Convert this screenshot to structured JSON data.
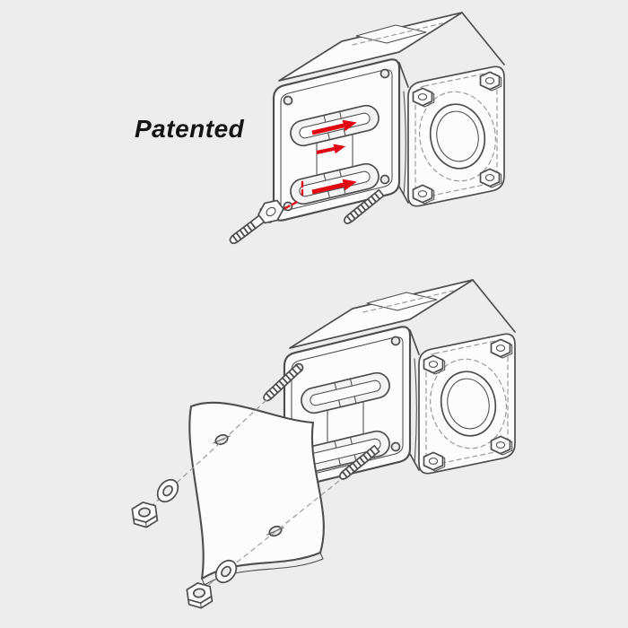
{
  "labels": {
    "patented": "Patented"
  },
  "colors": {
    "background": "#ededed",
    "line": "#4d4d4d",
    "hidden": "#9b9b9b",
    "accent_red": "#e30613",
    "fill": "#fcfcfc",
    "text": "#141414"
  },
  "figure": {
    "kind": "exploded-assembly-illustration",
    "views": [
      {
        "name": "top-assembly",
        "parts": [
          "pump body",
          "slotted flange plate",
          "hex bolt",
          "threaded stud"
        ],
        "annotations": [
          "red insertion arrows",
          "red dashed insertion path"
        ]
      },
      {
        "name": "bottom-assembly",
        "parts": [
          "pump body",
          "slotted flange plate",
          "threaded stud upper",
          "threaded stud lower",
          "flexible mounting plate",
          "washer upper",
          "washer lower",
          "hex nut upper",
          "hex nut lower"
        ],
        "annotations": [
          "dashed alignment axes"
        ]
      }
    ]
  }
}
